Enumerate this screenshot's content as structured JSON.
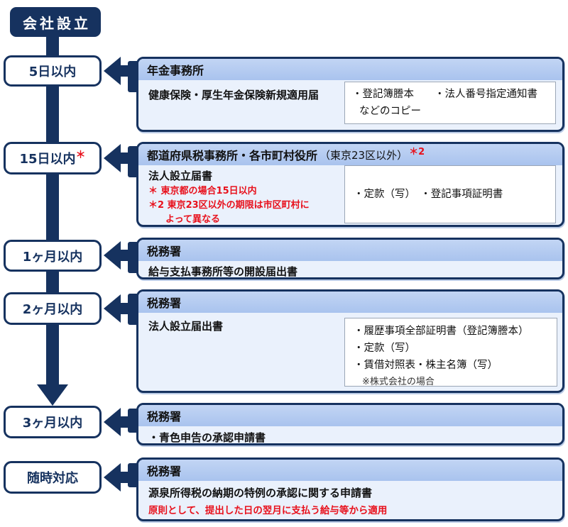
{
  "colors": {
    "navy": "#16325f",
    "header_top": "#c2d5f4",
    "header_bottom": "#a9c3ee",
    "body": "#eaf1fc",
    "red": "#e8111c",
    "attach_border": "#9ba6b6"
  },
  "start_label": "会社設立",
  "timeline": [
    {
      "label": "5日以内",
      "sup": ""
    },
    {
      "label": "15日以内",
      "sup": "＊"
    },
    {
      "label": "1ヶ月以内",
      "sup": ""
    },
    {
      "label": "2ヶ月以内",
      "sup": ""
    },
    {
      "label": "3ヶ月以内",
      "sup": ""
    },
    {
      "label": "随時対応",
      "sup": ""
    }
  ],
  "boxes": [
    {
      "office": "年金事務所",
      "document": "健康保険・厚生年金保険新規適用届",
      "attachments": [
        "・登記簿謄本　　・法人番号指定通知書",
        "などのコピー"
      ]
    },
    {
      "office": "都道府県税事務所・各市町村役所",
      "office_suffix": "（東京23区以外）",
      "office_mark": "＊2",
      "document": "法人設立届書",
      "notes": [
        "＊ 東京都の場合15日以内",
        "＊2 東京23区以外の期限は市区町村に",
        "よって異なる"
      ],
      "attachments": [
        "・定款（写）　・登記事項証明書"
      ]
    },
    {
      "office": "税務署",
      "document": "給与支払事務所等の開設届出書"
    },
    {
      "office": "税務署",
      "document": "法人設立届出書",
      "attachments": [
        "・履歴事項全部証明書（登記簿謄本）",
        "・定款（写）",
        "・賃借対照表・株主名簿（写）"
      ],
      "attachment_note": "※株式会社の場合"
    },
    {
      "office": "税務署",
      "document": "・青色申告の承認申請書"
    },
    {
      "office": "税務署",
      "document": "源泉所得税の納期の特例の承認に関する申請書",
      "red_note": "原則として、提出した日の翌月に支払う給与等から適用"
    }
  ]
}
